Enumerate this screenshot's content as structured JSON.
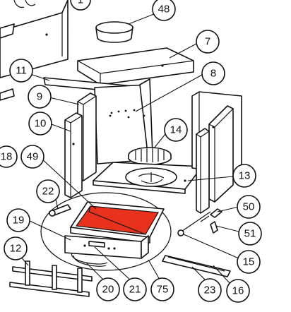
{
  "callouts": {
    "c1": "1",
    "c48": "48",
    "c7": "7",
    "c8": "8",
    "c11": "11",
    "c9": "9",
    "c10": "10",
    "c14": "14",
    "c18": "18",
    "c49": "49",
    "c13": "13",
    "c22": "22",
    "c50": "50",
    "c19": "19",
    "c51": "51",
    "c12": "12",
    "c15": "15",
    "c20": "20",
    "c21": "21",
    "c75": "75",
    "c23": "23",
    "c16": "16"
  },
  "colors": {
    "highlight": "#e8321e",
    "line": "#111111",
    "background": "#ffffff"
  }
}
